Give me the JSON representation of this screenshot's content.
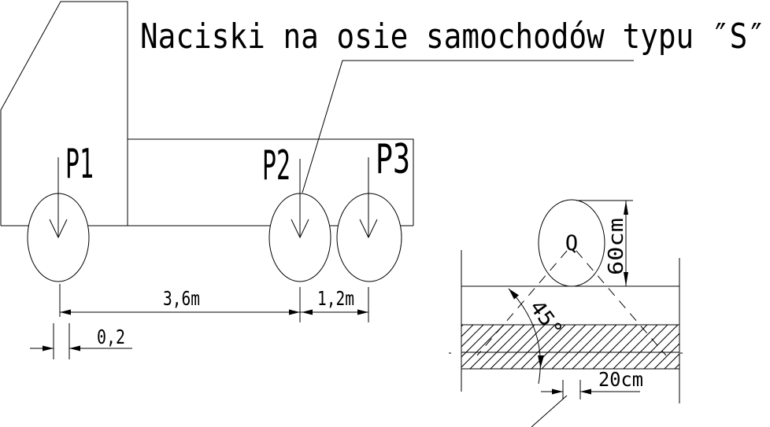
{
  "drawing": {
    "title": "Naciski na osie samochodów typu ″S″",
    "truck_diagram": {
      "axle_labels": {
        "p1": "P1",
        "p2": "P2",
        "p3": "P3"
      },
      "dim_front_to_middle_axle": "3,6m",
      "dim_middle_to_rear_axle": "1,2m",
      "dim_front_offset": "0,2"
    },
    "wheel_detail_diagram": {
      "load_label": "Q",
      "dim_wheel_height": "60cm",
      "load_spread_angle": "45°",
      "dim_contact_width": "20cm"
    },
    "colors": {
      "line": "#000000",
      "background": "#ffffff"
    }
  }
}
